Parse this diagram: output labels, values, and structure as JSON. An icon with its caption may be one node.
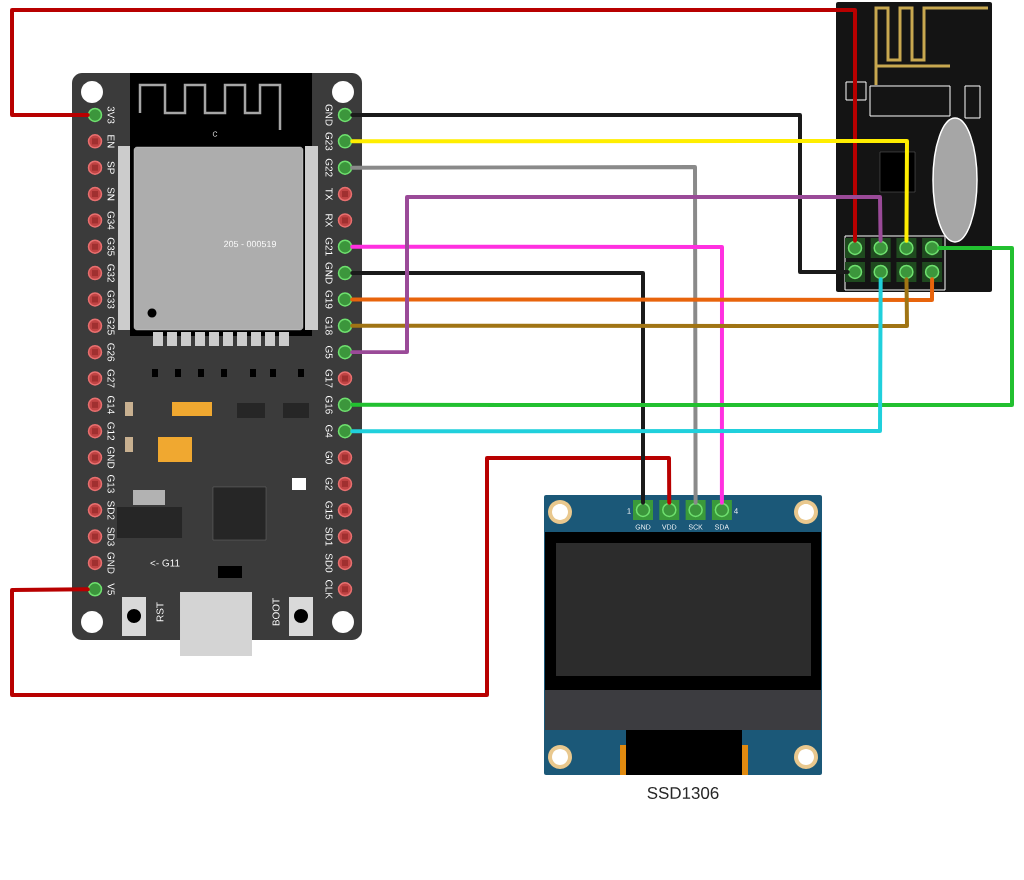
{
  "diagram": {
    "nodes": [
      {
        "text": [],
        "shape": "picture"
      },
      {
        "text": [],
        "shape": "circle",
        "beside": [
          "3V3"
        ],
        "in": 0
      },
      {
        "text": [],
        "shape": "circle",
        "beside": [
          "EN"
        ],
        "in": 0
      },
      {
        "text": [],
        "shape": "circle",
        "beside": [
          "SP"
        ],
        "in": 0
      },
      {
        "text": [],
        "shape": "circle",
        "beside": [
          "SN"
        ],
        "in": 0
      },
      {
        "text": [],
        "shape": "circle",
        "beside": [
          "G34"
        ],
        "in": 0
      },
      {
        "text": [],
        "shape": "circle",
        "beside": [
          "G35"
        ],
        "in": 0
      },
      {
        "text": [],
        "shape": "circle",
        "beside": [
          "G32"
        ],
        "in": 0
      },
      {
        "text": [],
        "shape": "circle",
        "beside": [
          "G33"
        ],
        "in": 0
      },
      {
        "text": [],
        "shape": "circle",
        "beside": [
          "G25"
        ],
        "in": 0
      },
      {
        "text": [],
        "shape": "circle",
        "beside": [
          "G26"
        ],
        "in": 0
      },
      {
        "text": [],
        "shape": "circle",
        "beside": [
          "G27"
        ],
        "in": 0
      },
      {
        "text": [],
        "shape": "circle",
        "beside": [
          "G14"
        ],
        "in": 0
      },
      {
        "text": [],
        "shape": "circle",
        "beside": [
          "G12"
        ],
        "in": 0
      },
      {
        "text": [],
        "shape": "circle",
        "beside": [
          "GND"
        ],
        "in": 0
      },
      {
        "text": [],
        "shape": "circle",
        "beside": [
          "G13"
        ],
        "in": 0
      },
      {
        "text": [],
        "shape": "circle",
        "beside": [
          "SD2"
        ],
        "in": 0
      },
      {
        "text": [],
        "shape": "circle",
        "beside": [
          "SD3"
        ],
        "in": 0
      },
      {
        "text": [],
        "shape": "circle",
        "beside": [
          "GND"
        ],
        "in": 0
      },
      {
        "text": [],
        "shape": "circle",
        "beside": [
          "V5"
        ],
        "in": 0
      },
      {
        "text": [],
        "shape": "circle",
        "beside": [
          "GND"
        ],
        "in": 0
      },
      {
        "text": [],
        "shape": "circle",
        "beside": [
          "G23"
        ],
        "in": 0
      },
      {
        "text": [],
        "shape": "circle",
        "beside": [
          "G22"
        ],
        "in": 0
      },
      {
        "text": [],
        "shape": "circle",
        "beside": [
          "TX"
        ],
        "in": 0
      },
      {
        "text": [],
        "shape": "circle",
        "beside": [
          "RX"
        ],
        "in": 0
      },
      {
        "text": [],
        "shape": "circle",
        "beside": [
          "G21"
        ],
        "in": 0
      },
      {
        "text": [],
        "shape": "circle",
        "beside": [
          "GND"
        ],
        "in": 0
      },
      {
        "text": [],
        "shape": "circle",
        "beside": [
          "G19"
        ],
        "in": 0
      },
      {
        "text": [],
        "shape": "circle",
        "beside": [
          "G18"
        ],
        "in": 0
      },
      {
        "text": [],
        "shape": "circle",
        "beside": [
          "G5"
        ],
        "in": 0
      },
      {
        "text": [],
        "shape": "circle",
        "beside": [
          "G17"
        ],
        "in": 0
      },
      {
        "text": [],
        "shape": "circle",
        "beside": [
          "G16"
        ],
        "in": 0
      },
      {
        "text": [],
        "shape": "circle",
        "beside": [
          "G4"
        ],
        "in": 0
      },
      {
        "text": [],
        "shape": "circle",
        "beside": [
          "G0"
        ],
        "in": 0
      },
      {
        "text": [],
        "shape": "circle",
        "beside": [
          "G2"
        ],
        "in": 0
      },
      {
        "text": [],
        "shape": "circle",
        "beside": [
          "G15"
        ],
        "in": 0
      },
      {
        "text": [],
        "shape": "circle",
        "beside": [
          "SD1"
        ],
        "in": 0
      },
      {
        "text": [],
        "shape": "circle",
        "beside": [
          "SD0"
        ],
        "in": 0
      },
      {
        "text": [],
        "shape": "circle",
        "beside": [
          "CLK"
        ],
        "in": 0
      },
      {
        "text": [],
        "shape": "picture"
      },
      {
        "text": [],
        "shape": "circle",
        "in": 39
      },
      {
        "text": [],
        "shape": "circle",
        "in": 39
      },
      {
        "text": [],
        "shape": "circle",
        "in": 39
      },
      {
        "text": [],
        "shape": "circle",
        "in": 39
      },
      {
        "text": [],
        "shape": "circle",
        "in": 39
      },
      {
        "text": [],
        "shape": "circle",
        "in": 39
      },
      {
        "text": [],
        "shape": "circle",
        "in": 39
      },
      {
        "text": [],
        "shape": "circle",
        "in": 39
      },
      {
        "text": [],
        "shape": "picture",
        "beside": [
          "SSD1306"
        ]
      },
      {
        "text": [],
        "shape": "circle",
        "beside": [
          "GND"
        ],
        "in": 48
      },
      {
        "text": [],
        "shape": "circle",
        "beside": [
          "VDD"
        ],
        "in": 48
      },
      {
        "text": [],
        "shape": "circle",
        "beside": [
          "SCK"
        ],
        "in": 48
      },
      {
        "text": [],
        "shape": "circle",
        "beside": [
          "SDA"
        ],
        "in": 48
      }
    ],
    "edges": [
      {
        "from": 1,
        "to": 40,
        "arrow": "none",
        "color": "#b80000"
      },
      {
        "from": 19,
        "to": 50,
        "arrow": "none",
        "color": "#b80000"
      },
      {
        "from": 20,
        "to": 44,
        "arrow": "none",
        "color": "#1a1a1a"
      },
      {
        "from": 21,
        "to": 42,
        "arrow": "none",
        "color": "#ffee00"
      },
      {
        "from": 22,
        "to": 51,
        "arrow": "none",
        "color": "#8a8a8a"
      },
      {
        "from": 25,
        "to": 52,
        "arrow": "none",
        "color": "#ff30e0"
      },
      {
        "from": 26,
        "to": 49,
        "arrow": "none",
        "color": "#1a1a1a"
      },
      {
        "from": 27,
        "to": 47,
        "arrow": "none",
        "color": "#e8640c"
      },
      {
        "from": 28,
        "to": 46,
        "arrow": "none",
        "color": "#a07414"
      },
      {
        "from": 29,
        "to": 41,
        "arrow": "none",
        "color": "#9a4a98"
      },
      {
        "from": 31,
        "to": 43,
        "arrow": "none",
        "color": "#22c030"
      },
      {
        "from": 32,
        "to": 45,
        "arrow": "none",
        "color": "#20d0dc"
      }
    ],
    "labels": [
      "C",
      "205 - 000519",
      "<- G11",
      "RST",
      "BOOT",
      "1",
      "4"
    ]
  }
}
